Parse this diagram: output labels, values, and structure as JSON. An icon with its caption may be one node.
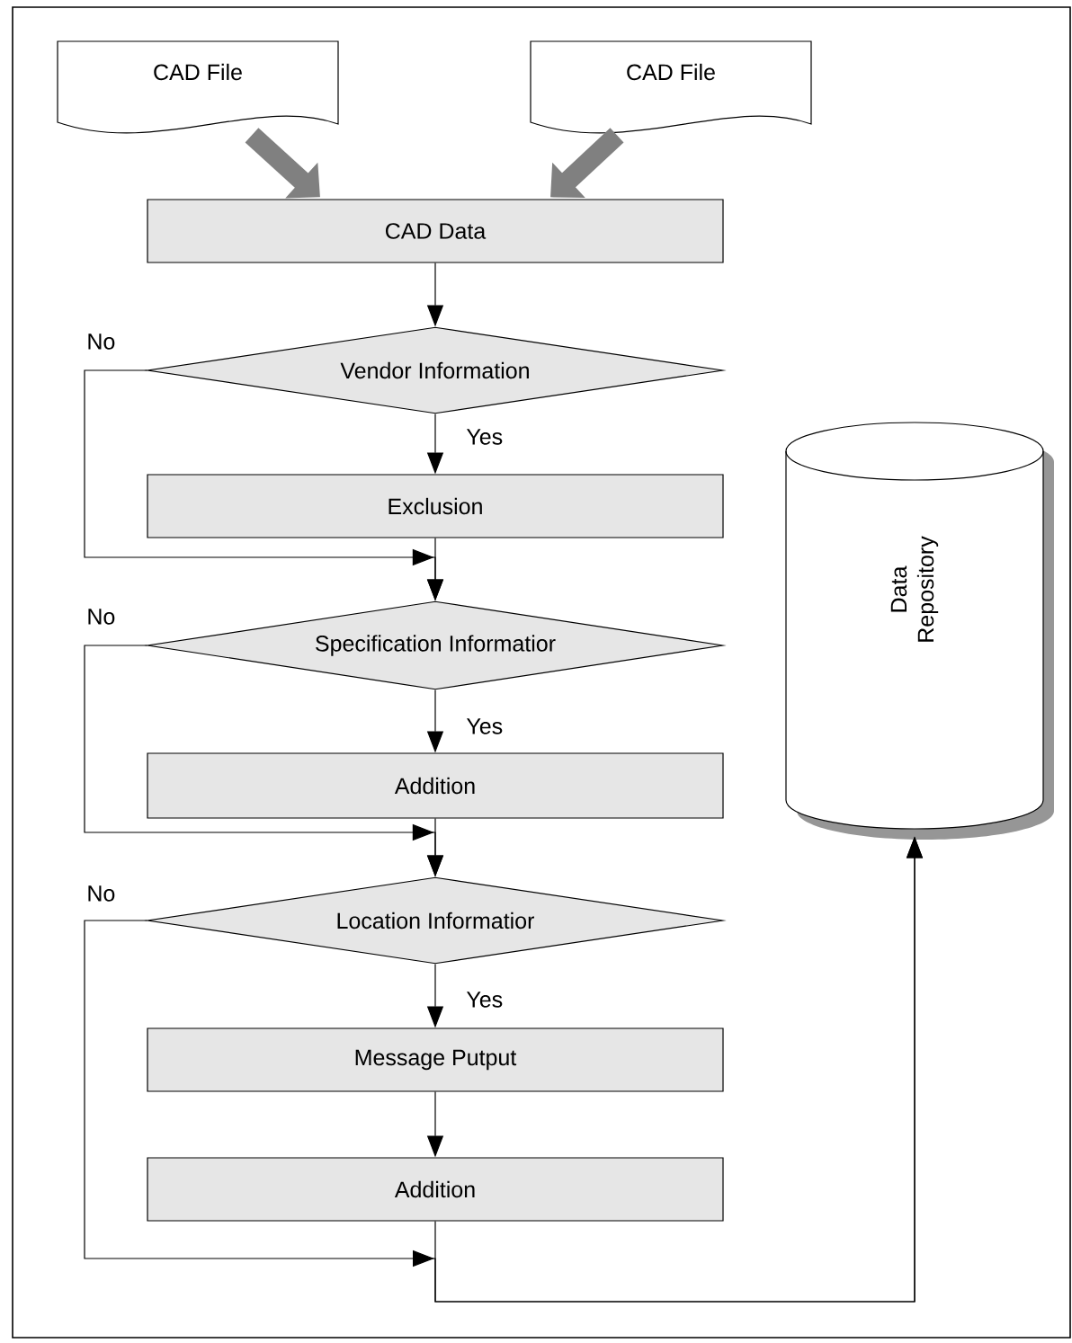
{
  "diagram": {
    "nodes": [
      {
        "text": [
          "CAD File"
        ]
      },
      {
        "text": [
          "CAD File"
        ]
      },
      {
        "text": [
          "CAD Data"
        ]
      },
      {
        "text": [
          "Vendor Information"
        ]
      },
      {
        "text": [
          "Exclusion"
        ]
      },
      {
        "text": [
          "Specification Informatior"
        ]
      },
      {
        "text": [
          "Addition"
        ]
      },
      {
        "text": [
          "Location Informatior"
        ]
      },
      {
        "text": [
          "Message Putput"
        ]
      },
      {
        "text": [
          "Addition"
        ]
      },
      {
        "text": [
          "Data Repository"
        ]
      }
    ],
    "edges": [
      {
        "from": 0,
        "to": 2,
        "arrow": "to",
        "style": "thick",
        "color": "#808080"
      },
      {
        "from": 1,
        "to": 2,
        "arrow": "to",
        "style": "thick",
        "color": "#808080"
      },
      {
        "from": 2,
        "to": 3,
        "arrow": "to"
      },
      {
        "from": 3,
        "to": 4,
        "arrow": "to",
        "label": "Yes"
      },
      {
        "from": 3,
        "to": 5,
        "arrow": "to",
        "label": "No"
      },
      {
        "from": 4,
        "to": 5,
        "arrow": "to"
      },
      {
        "from": 5,
        "to": 6,
        "arrow": "to",
        "label": "Yes"
      },
      {
        "from": 5,
        "to": 7,
        "arrow": "to",
        "label": "No"
      },
      {
        "from": 6,
        "to": 7,
        "arrow": "to"
      },
      {
        "from": 7,
        "to": 8,
        "arrow": "to",
        "label": "Yes"
      },
      {
        "from": 7,
        "to": 10,
        "arrow": "to",
        "label": "No"
      },
      {
        "from": 8,
        "to": 9,
        "arrow": "to"
      },
      {
        "from": 9,
        "to": 10,
        "arrow": "to"
      }
    ]
  }
}
